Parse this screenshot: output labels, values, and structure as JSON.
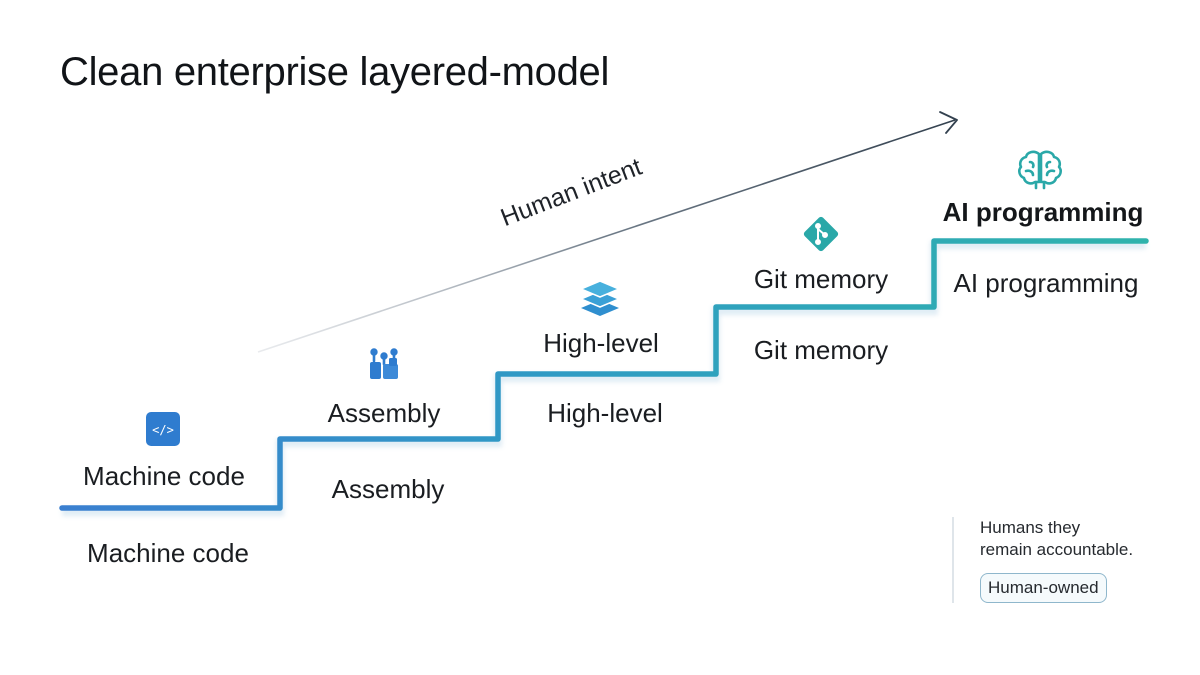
{
  "title": "Clean enterprise layered-model",
  "arrow_label": "Human intent",
  "steps": [
    {
      "label": "Machine code",
      "caption": "Machine code",
      "icon": "code-icon"
    },
    {
      "label": "Assembly",
      "caption": "Assembly",
      "icon": "circuit-icon"
    },
    {
      "label": "High-level",
      "caption": "High-level",
      "icon": "layers-icon"
    },
    {
      "label": "Git memory",
      "caption": "Git memory",
      "icon": "git-branch-icon"
    },
    {
      "label": "AI programming",
      "caption": "AI programming",
      "icon": "brain-icon"
    }
  ],
  "note": {
    "line1": "Humans they",
    "line2": "remain accountable.",
    "badge": "Human-owned"
  },
  "colors": {
    "stair_start": "#3a80cf",
    "stair_end": "#2fb0ac",
    "icon_blue": "#2f7ccf",
    "icon_teal": "#2aa8a8"
  }
}
